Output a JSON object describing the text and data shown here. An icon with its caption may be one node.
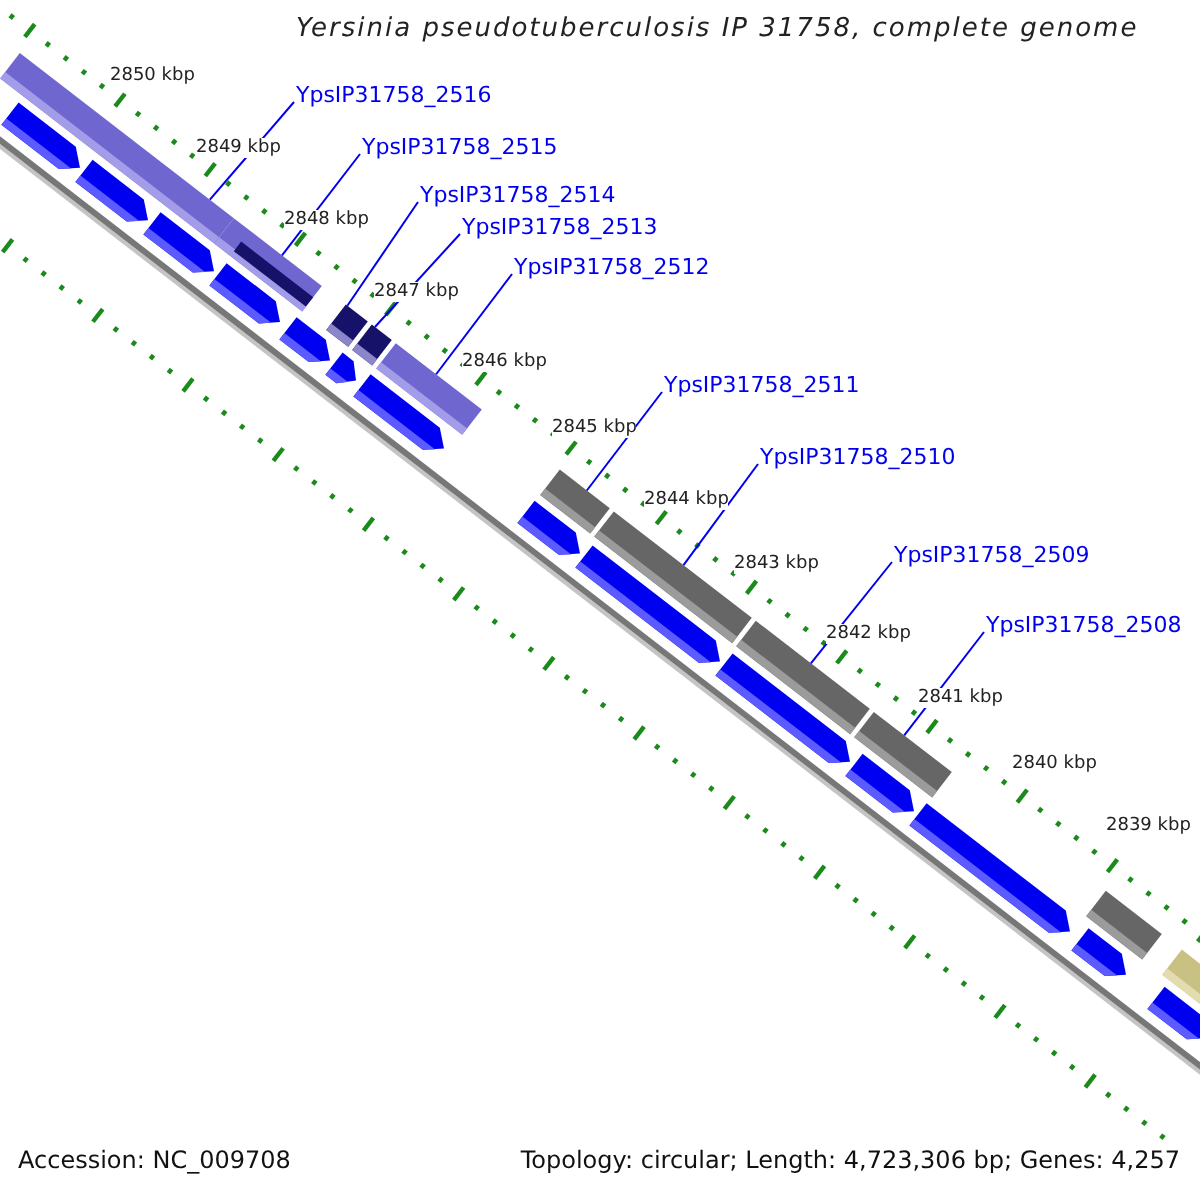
{
  "diagram": {
    "title": "Yersinia pseudotuberculosis IP 31758, complete genome",
    "nodes": [
      {
        "text": [
          "YpsIP31758_2516"
        ]
      },
      {
        "text": [
          "YpsIP31758_2515"
        ]
      },
      {
        "text": [
          "YpsIP31758_2514"
        ]
      },
      {
        "text": [
          "YpsIP31758_2513"
        ]
      },
      {
        "text": [
          "YpsIP31758_2512"
        ]
      },
      {
        "text": [
          "YpsIP31758_2511"
        ]
      },
      {
        "text": [
          "YpsIP31758_2510"
        ]
      },
      {
        "text": [
          "YpsIP31758_2509"
        ]
      },
      {
        "text": [
          "YpsIP31758_2508"
        ]
      },
      {
        "text": [],
        "shape": "bar"
      },
      {
        "text": [],
        "shape": "bar"
      },
      {
        "text": [],
        "shape": "bar"
      },
      {
        "text": [],
        "shape": "bar"
      },
      {
        "text": [],
        "shape": "bar"
      },
      {
        "text": [],
        "shape": "bar"
      },
      {
        "text": [],
        "shape": "bar"
      },
      {
        "text": [],
        "shape": "bar"
      },
      {
        "text": [],
        "shape": "bar"
      },
      {
        "text": [],
        "shape": "bar"
      },
      {
        "text": [],
        "shape": "bar"
      },
      {
        "text": [],
        "shape": "arrow"
      },
      {
        "text": [],
        "shape": "arrow"
      },
      {
        "text": [],
        "shape": "arrow"
      },
      {
        "text": [],
        "shape": "arrow"
      },
      {
        "text": [],
        "shape": "arrow"
      },
      {
        "text": [],
        "shape": "arrow"
      },
      {
        "text": [],
        "shape": "arrow"
      },
      {
        "text": [],
        "shape": "arrow"
      },
      {
        "text": [],
        "shape": "arrow"
      },
      {
        "text": [],
        "shape": "arrow"
      },
      {
        "text": [],
        "shape": "arrow"
      },
      {
        "text": [],
        "shape": "arrow"
      },
      {
        "text": [],
        "shape": "arrow"
      },
      {
        "text": [],
        "shape": "arrow"
      }
    ],
    "edges": [
      {
        "from": 0,
        "to": 9,
        "arrow": "none"
      },
      {
        "from": 1,
        "to": 10,
        "arrow": "none"
      },
      {
        "from": 2,
        "to": 11,
        "arrow": "none"
      },
      {
        "from": 3,
        "to": 12,
        "arrow": "none"
      },
      {
        "from": 4,
        "to": 13,
        "arrow": "none"
      },
      {
        "from": 5,
        "to": 14,
        "arrow": "none"
      },
      {
        "from": 6,
        "to": 15,
        "arrow": "none"
      },
      {
        "from": 7,
        "to": 16,
        "arrow": "none"
      },
      {
        "from": 8,
        "to": 17,
        "arrow": "none"
      }
    ],
    "labels": [
      "2850 kbp",
      "2849 kbp",
      "2848 kbp",
      "2847 kbp",
      "2846 kbp",
      "2845 kbp",
      "2844 kbp",
      "2843 kbp",
      "2842 kbp",
      "2841 kbp",
      "2840 kbp",
      "2839 kbp",
      "Accession: NC_009708",
      "Topology: circular; Length: 4,723,306 bp; Genes: 4,257"
    ]
  }
}
